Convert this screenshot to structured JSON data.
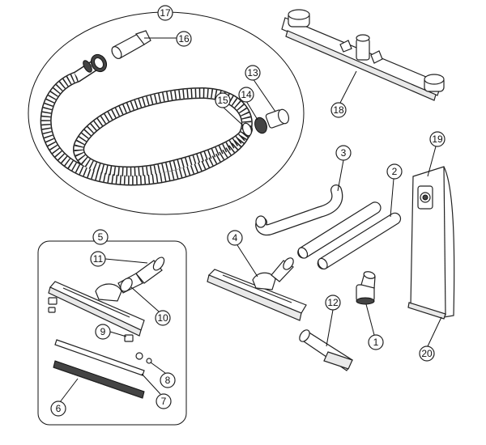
{
  "callouts": [
    {
      "id": "c1",
      "label": "1"
    },
    {
      "id": "c2",
      "label": "2"
    },
    {
      "id": "c3",
      "label": "3"
    },
    {
      "id": "c4",
      "label": "4"
    },
    {
      "id": "c5",
      "label": "5"
    },
    {
      "id": "c6",
      "label": "6"
    },
    {
      "id": "c7",
      "label": "7"
    },
    {
      "id": "c8",
      "label": "8"
    },
    {
      "id": "c9",
      "label": "9"
    },
    {
      "id": "c10",
      "label": "10"
    },
    {
      "id": "c11",
      "label": "11"
    },
    {
      "id": "c12",
      "label": "12"
    },
    {
      "id": "c13",
      "label": "13"
    },
    {
      "id": "c14",
      "label": "14"
    },
    {
      "id": "c15",
      "label": "15"
    },
    {
      "id": "c16",
      "label": "16"
    },
    {
      "id": "c17",
      "label": "17"
    },
    {
      "id": "c18",
      "label": "18"
    },
    {
      "id": "c19",
      "label": "19"
    },
    {
      "id": "c20",
      "label": "20"
    }
  ]
}
